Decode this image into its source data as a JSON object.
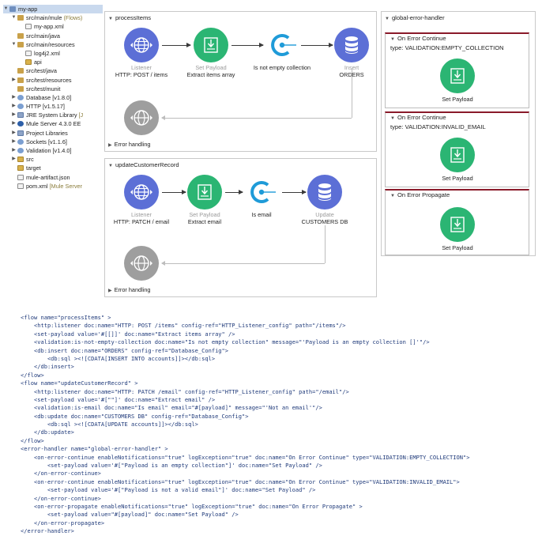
{
  "tree": [
    {
      "label": "my-app",
      "decor": "",
      "indent": 0,
      "twisty": "▼",
      "icon": "proj",
      "selected": true
    },
    {
      "label": "src/main/mule",
      "decor": " (Flows)",
      "indent": 1,
      "twisty": "▼",
      "icon": "pkg"
    },
    {
      "label": "my-app.xml",
      "decor": "",
      "indent": 2,
      "twisty": "",
      "icon": "file"
    },
    {
      "label": "src/main/java",
      "decor": "",
      "indent": 1,
      "twisty": "",
      "icon": "pkg"
    },
    {
      "label": "src/main/resources",
      "decor": "",
      "indent": 1,
      "twisty": "▼",
      "icon": "pkg"
    },
    {
      "label": "log4j2.xml",
      "decor": "",
      "indent": 2,
      "twisty": "",
      "icon": "file"
    },
    {
      "label": "api",
      "decor": "",
      "indent": 2,
      "twisty": "",
      "icon": "folder"
    },
    {
      "label": "src/test/java",
      "decor": "",
      "indent": 1,
      "twisty": "",
      "icon": "pkg"
    },
    {
      "label": "src/test/resources",
      "decor": "",
      "indent": 1,
      "twisty": "▶",
      "icon": "pkg"
    },
    {
      "label": "src/test/munit",
      "decor": "",
      "indent": 1,
      "twisty": "",
      "icon": "pkg"
    },
    {
      "label": "Database [v1.8.0]",
      "decor": "",
      "indent": 1,
      "twisty": "▶",
      "icon": "web"
    },
    {
      "label": "HTTP [v1.5.17]",
      "decor": "",
      "indent": 1,
      "twisty": "▶",
      "icon": "web"
    },
    {
      "label": "JRE System Library",
      "decor": " [J",
      "indent": 1,
      "twisty": "▶",
      "icon": "lib"
    },
    {
      "label": "Mule Server 4.3.0 EE",
      "decor": "",
      "indent": 1,
      "twisty": "▶",
      "icon": "mule"
    },
    {
      "label": "Project Libraries",
      "decor": "",
      "indent": 1,
      "twisty": "▶",
      "icon": "lib"
    },
    {
      "label": "Sockets [v1.1.6]",
      "decor": "",
      "indent": 1,
      "twisty": "▶",
      "icon": "web"
    },
    {
      "label": "Validation [v1.4.0]",
      "decor": "",
      "indent": 1,
      "twisty": "▶",
      "icon": "web"
    },
    {
      "label": "src",
      "decor": "",
      "indent": 1,
      "twisty": "▶",
      "icon": "folder"
    },
    {
      "label": "target",
      "decor": "",
      "indent": 1,
      "twisty": "",
      "icon": "folder"
    },
    {
      "label": "mule-artifact.json",
      "decor": "",
      "indent": 1,
      "twisty": "",
      "icon": "file"
    },
    {
      "label": "pom.xml",
      "decor": " [Mule Server",
      "indent": 1,
      "twisty": "",
      "icon": "file"
    }
  ],
  "flows": {
    "process": {
      "name": "processItems",
      "listener": {
        "sub": "Listener",
        "label": "HTTP: POST / items"
      },
      "set_payload": {
        "sub": "Set Payload",
        "label": "Extract items array"
      },
      "validation": {
        "label": "Is not empty collection"
      },
      "db": {
        "sub": "Insert",
        "label": "ORDERS"
      },
      "error_handling": "Error handling"
    },
    "update": {
      "name": "updateCustomerRecord",
      "listener": {
        "sub": "Listener",
        "label": "HTTP: PATCH / email"
      },
      "set_payload": {
        "sub": "Set Payload",
        "label": "Extract email"
      },
      "validation": {
        "label": "Is email"
      },
      "db": {
        "sub": "Update",
        "label": "CUSTOMERS DB"
      },
      "error_handling": "Error handling"
    }
  },
  "error_handler": {
    "name": "global-error-handler",
    "blocks": [
      {
        "title": "On Error Continue",
        "type": "type: VALIDATION:EMPTY_COLLECTION",
        "component": "Set Payload"
      },
      {
        "title": "On Error Continue",
        "type": "type: VALIDATION:INVALID_EMAIL",
        "component": "Set Payload"
      },
      {
        "title": "On Error Propagate",
        "type": "",
        "component": "Set Payload"
      }
    ]
  },
  "colors": {
    "listener": "#5c6fd6",
    "payload": "#2bb573",
    "validation": "#1f9bd8",
    "db": "#5c6fd6",
    "inactive": "#9e9e9e",
    "error_accent": "#8a1a2a"
  },
  "code_lines": [
    "<flow name=\"processItems\" >",
    "    <http:listener doc:name=\"HTTP: POST /items\" config-ref=\"HTTP_Listener_config\" path=\"/items\"/>",
    "    <set-payload value='#[[]]' doc:name=\"Extract items array\" />",
    "    <validation:is-not-empty-collection doc:name=\"Is not empty collection\" message=\"'Payload is an empty collection []'\"/>",
    "    <db:insert doc:name=\"ORDERS\" config-ref=\"Database_Config\">",
    "        <db:sql ><![CDATA[INSERT INTO accounts]]></db:sql>",
    "    </db:insert>",
    "</flow>",
    "<flow name=\"updateCustomerRecord\" >",
    "    <http:listener doc:name=\"HTTP: PATCH /email\" config-ref=\"HTTP_Listener_config\" path=\"/email\"/>",
    "    <set-payload value='#[\"\"]' doc:name=\"Extract email\" />",
    "    <validation:is-email doc:name=\"Is email\" email=\"#[payload]\" message=\"'Not an email'\"/>",
    "    <db:update doc:name=\"CUSTOMERS DB\" config-ref=\"Database_Config\">",
    "        <db:sql ><![CDATA[UPDATE accounts]]></db:sql>",
    "    </db:update>",
    "</flow>",
    "<error-handler name=\"global-error-handler\" >",
    "    <on-error-continue enableNotifications=\"true\" logException=\"true\" doc:name=\"On Error Continue\" type=\"VALIDATION:EMPTY_COLLECTION\">",
    "        <set-payload value='#[\"Payload is an empty collection\"]' doc:name=\"Set Payload\" />",
    "    </on-error-continue>",
    "    <on-error-continue enableNotifications=\"true\" logException=\"true\" doc:name=\"On Error Continue\" type=\"VALIDATION:INVALID_EMAIL\">",
    "        <set-payload value='#[\"Payload is not a valid email\"]' doc:name=\"Set Payload\" />",
    "    </on-error-continue>",
    "    <on-error-propagate enableNotifications=\"true\" logException=\"true\" doc:name=\"On Error Propagate\" >",
    "        <set-payload value=\"#[payload]\" doc:name=\"Set Payload\" />",
    "    </on-error-propagate>",
    "</error-handler>"
  ]
}
